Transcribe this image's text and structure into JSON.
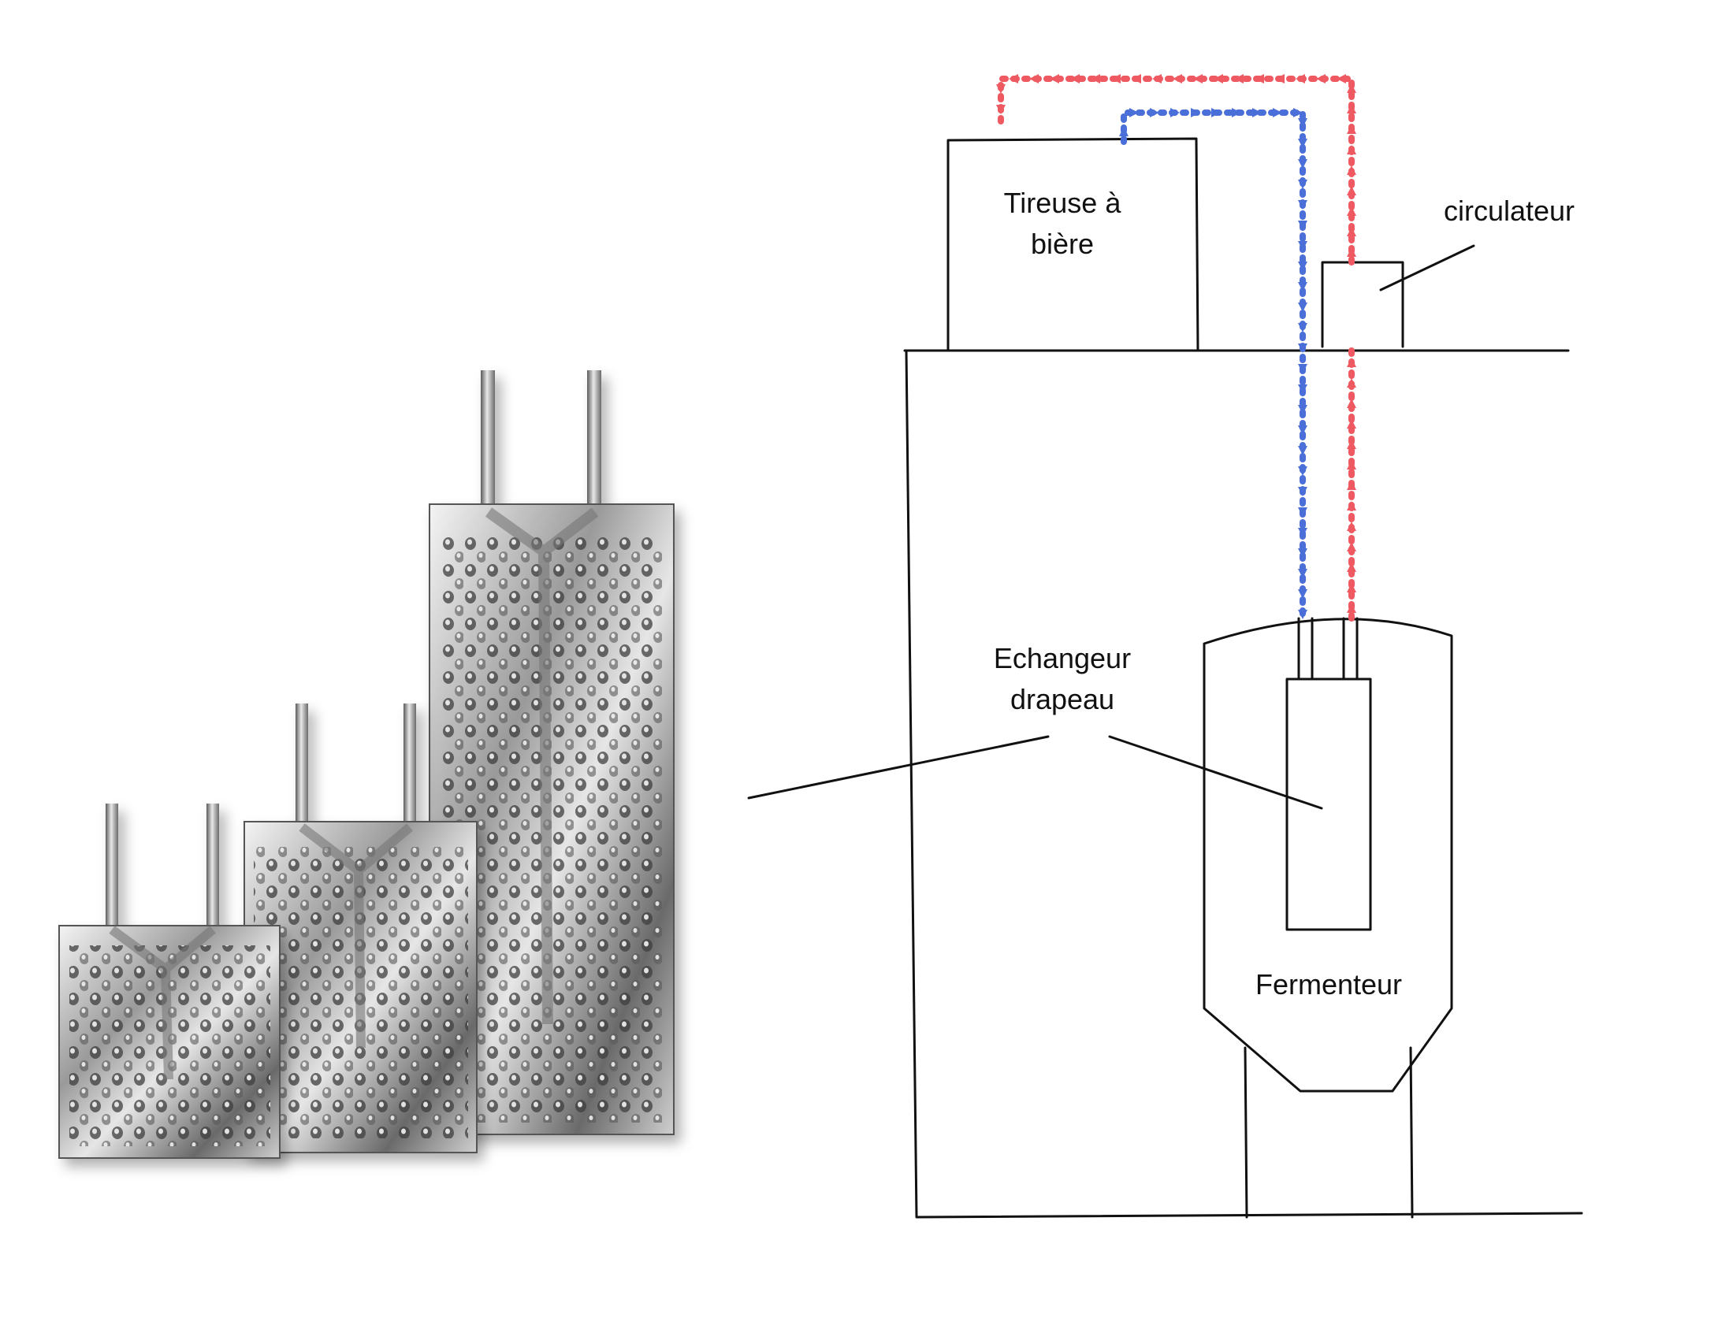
{
  "labels": {
    "tireuse_line1": "Tireuse à",
    "tireuse_line2": "bière",
    "circulateur": "circulateur",
    "echangeur_line1": "Echangeur",
    "echangeur_line2": "drapeau",
    "fermenteur": "Fermenteur"
  },
  "colors": {
    "line": "#111111",
    "hot_flow": "#ef5a62",
    "cold_flow": "#4a6fd8",
    "steel_light": "#e8e8e8",
    "steel_dark": "#4a4a4a"
  },
  "photo": {
    "subject": "three stainless steel flag heat exchanger plates (small, medium, large) with twin inlet/outlet tubes"
  }
}
